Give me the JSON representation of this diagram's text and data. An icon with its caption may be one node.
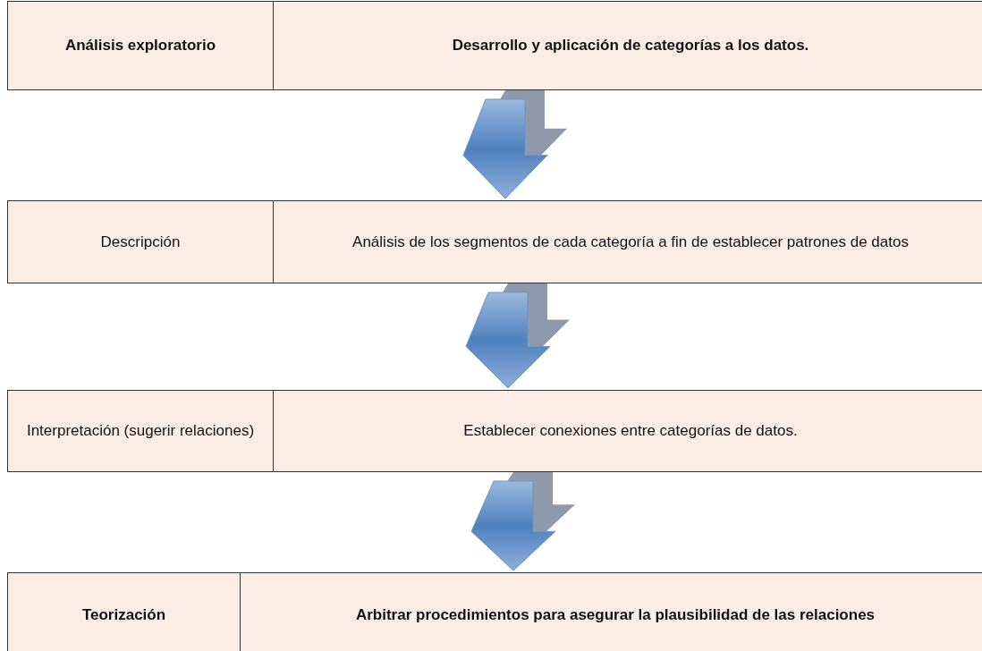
{
  "diagram": {
    "nodes": [
      {
        "text": [
          "Análisis exploratorio"
        ]
      },
      {
        "text": [
          "Desarrollo y aplicación de categorías a los datos."
        ]
      },
      {
        "text": [
          "Descripción"
        ]
      },
      {
        "text": [
          "Análisis de los segmentos de cada categoría a fin de establecer patrones de datos"
        ]
      },
      {
        "text": [
          "Interpretación (sugerir relaciones)"
        ]
      },
      {
        "text": [
          "Establecer conexiones entre categorías de datos."
        ]
      },
      {
        "text": [
          "Teorización"
        ]
      },
      {
        "text": [
          "Arbitrar procedimientos para asegurar la plausibilidad de las relaciones"
        ]
      }
    ],
    "edges": [
      {
        "from": 1,
        "to": 3,
        "arrow": "to"
      },
      {
        "from": 3,
        "to": 5,
        "arrow": "to"
      },
      {
        "from": 5,
        "to": 7,
        "arrow": "to"
      }
    ]
  }
}
